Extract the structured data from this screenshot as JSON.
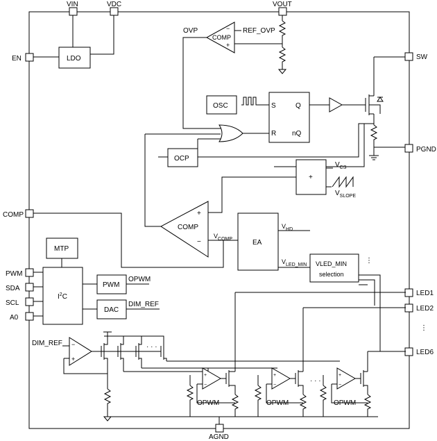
{
  "pins": {
    "vin": "VIN",
    "vdc": "VDC",
    "vout": "VOUT",
    "en": "EN",
    "sw": "SW",
    "pgnd": "PGND",
    "comp": "COMP",
    "pwm": "PWM",
    "sda": "SDA",
    "scl": "SCL",
    "a0": "A0",
    "led1": "LED1",
    "led2": "LED2",
    "led6": "LED6",
    "agnd": "AGND"
  },
  "blocks": {
    "ldo": "LDO",
    "comp_ovp": "COMP",
    "osc": "OSC",
    "latch_s": "S",
    "latch_r": "R",
    "latch_q": "Q",
    "latch_nq": "nQ",
    "ocp": "OCP",
    "plus": "+",
    "comp_main": "COMP",
    "ea": "EA",
    "mtp": "MTP",
    "i2c_i": "I",
    "i2c_sup": "2",
    "i2c_c": "C",
    "pwm": "PWM",
    "dac": "DAC",
    "vled_min_1": "VLED_MIN",
    "vled_min_2": "selection"
  },
  "signals": {
    "ovp": "OVP",
    "ref_ovp": "REF_OVP",
    "vcs_v": "V",
    "vcs_sub": "CS",
    "vslope_v": "V",
    "vslope_sub": "SLOPE",
    "vcomp_v": "V",
    "vcomp_sub": "COMP",
    "vhd_v": "V",
    "vhd_sub": "HD",
    "vledmin_v": "V",
    "vledmin_sub": "LED_MIN",
    "opwm": "OPWM",
    "dim_ref": "DIM_REF",
    "dim_ref_left": "DIM_REF",
    "opwm_1": "OPWM",
    "opwm_2": "OPWM",
    "opwm_3": "OPWM",
    "minus": "−",
    "plus": "+"
  },
  "colors": {
    "line": "#000000",
    "background": "#ffffff"
  }
}
